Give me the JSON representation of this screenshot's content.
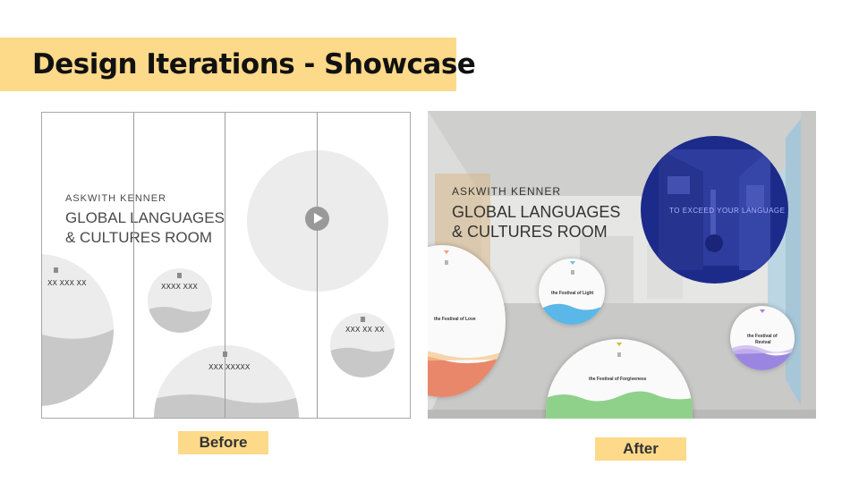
{
  "slide": {
    "title": "Design Iterations - Showcase",
    "colors": {
      "accent": "#fdd98a",
      "text": "#111111"
    }
  },
  "before": {
    "caption": "Before",
    "header_small": "ASKWITH KENNER",
    "header_line1": "GLOBAL LANGUAGES",
    "header_line2": "& CULTURES ROOM",
    "circle_labels": [
      "XX XXX XX",
      "XXXX XXX",
      "XXX XXXXX",
      "XXX XX XX"
    ],
    "play_icon": "play-icon"
  },
  "after": {
    "caption": "After",
    "header_small": "ASKWITH KENNER",
    "header_line1": "GLOBAL LANGUAGES",
    "header_line2": "& CULTURES ROOM",
    "video_text": "TO EXCEED YOUR LANGUAGE",
    "festivals": {
      "love": "the Festival of Love",
      "light": "the Festival of Light",
      "forgiveness": "the Festival of Forgiveness",
      "revival_line1": "the Festival of",
      "revival_line2": "Revival"
    },
    "colors": {
      "video_circle": "#1c2a8a",
      "love_wave": "#e8876a",
      "light_wave": "#5bb7e8",
      "forgiveness_wave": "#8fd18a",
      "revival_wave": "#9a86e0"
    }
  }
}
